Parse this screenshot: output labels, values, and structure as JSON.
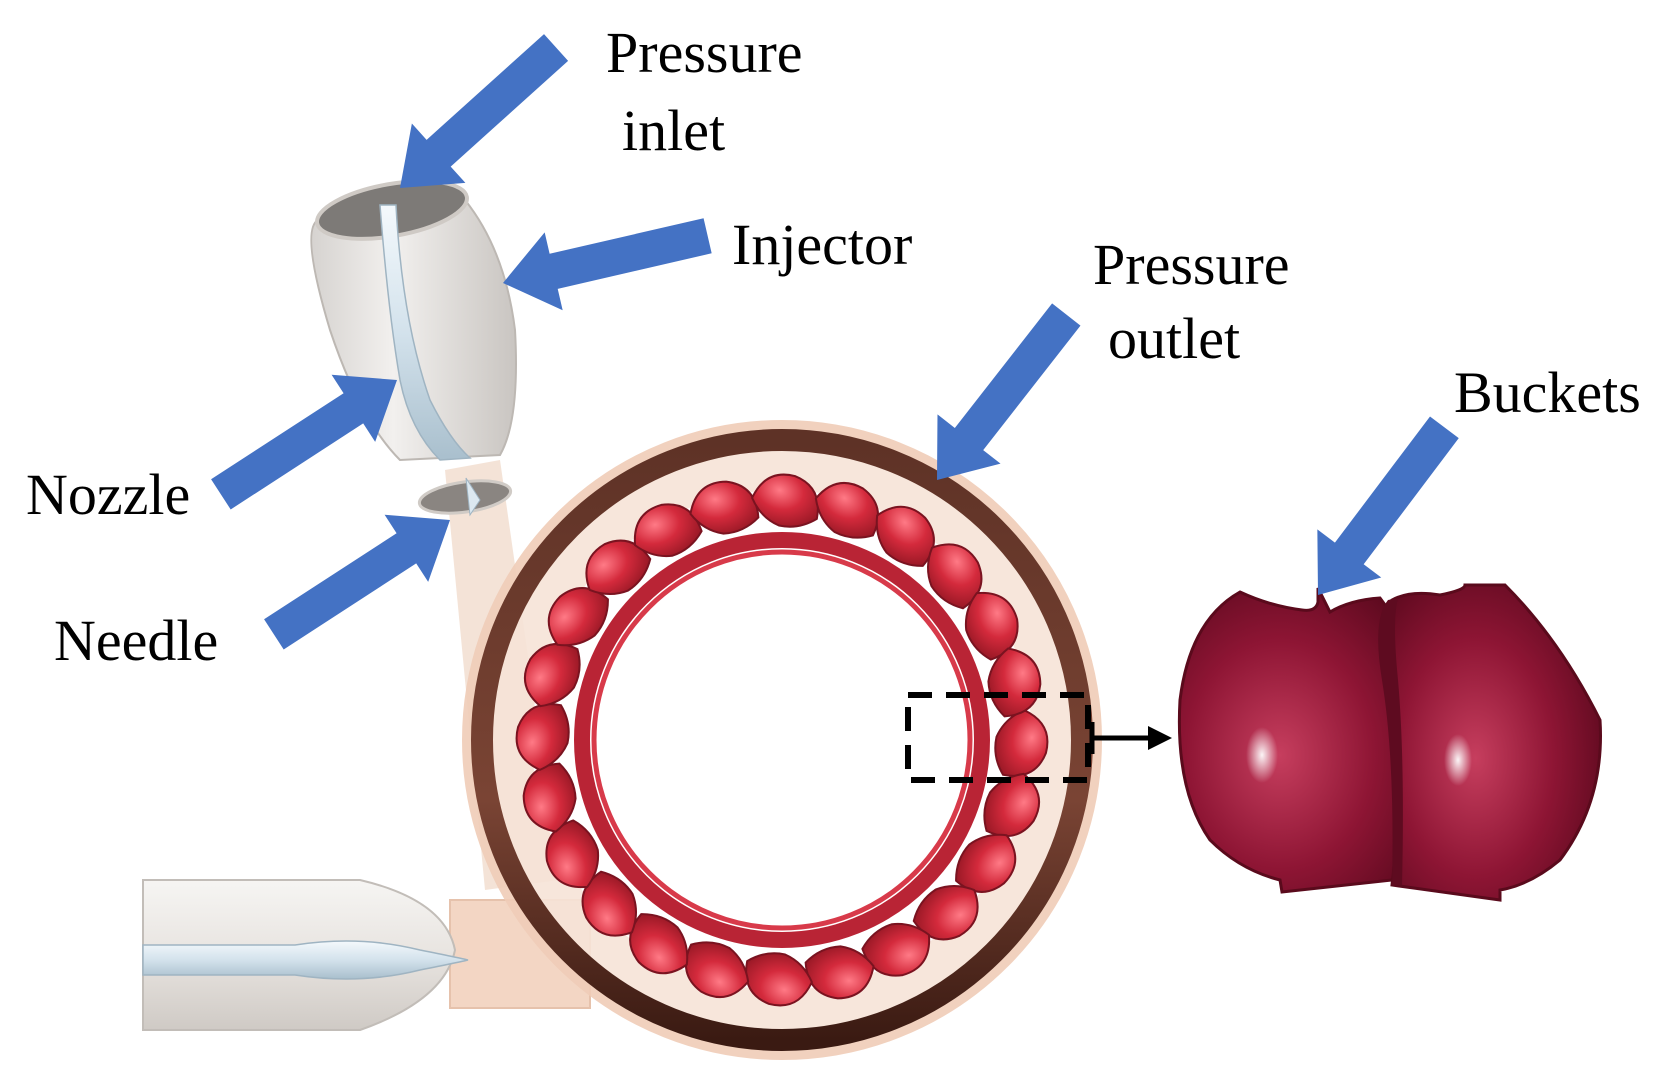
{
  "labels": {
    "pressure_inlet": [
      "Pressure",
      "inlet"
    ],
    "injector": "Injector",
    "pressure_outlet": [
      "Pressure",
      "outlet"
    ],
    "buckets": "Buckets",
    "nozzle": "Nozzle",
    "needle": "Needle"
  },
  "colors": {
    "arrow": "#4472C4",
    "bucket": "#D42A3C",
    "bucket_dark": "#9B1E2C",
    "detail_bucket": "#8E1534",
    "casing_edge": "#5A2E22",
    "casing_fill": "#F4D9C8",
    "pipe_light": "#EEEBE8",
    "needle": "#DCE8F0",
    "dashed_box": "#000000"
  },
  "icons": [
    "block-arrow",
    "dashed-zoom-box",
    "connector-arrow"
  ]
}
